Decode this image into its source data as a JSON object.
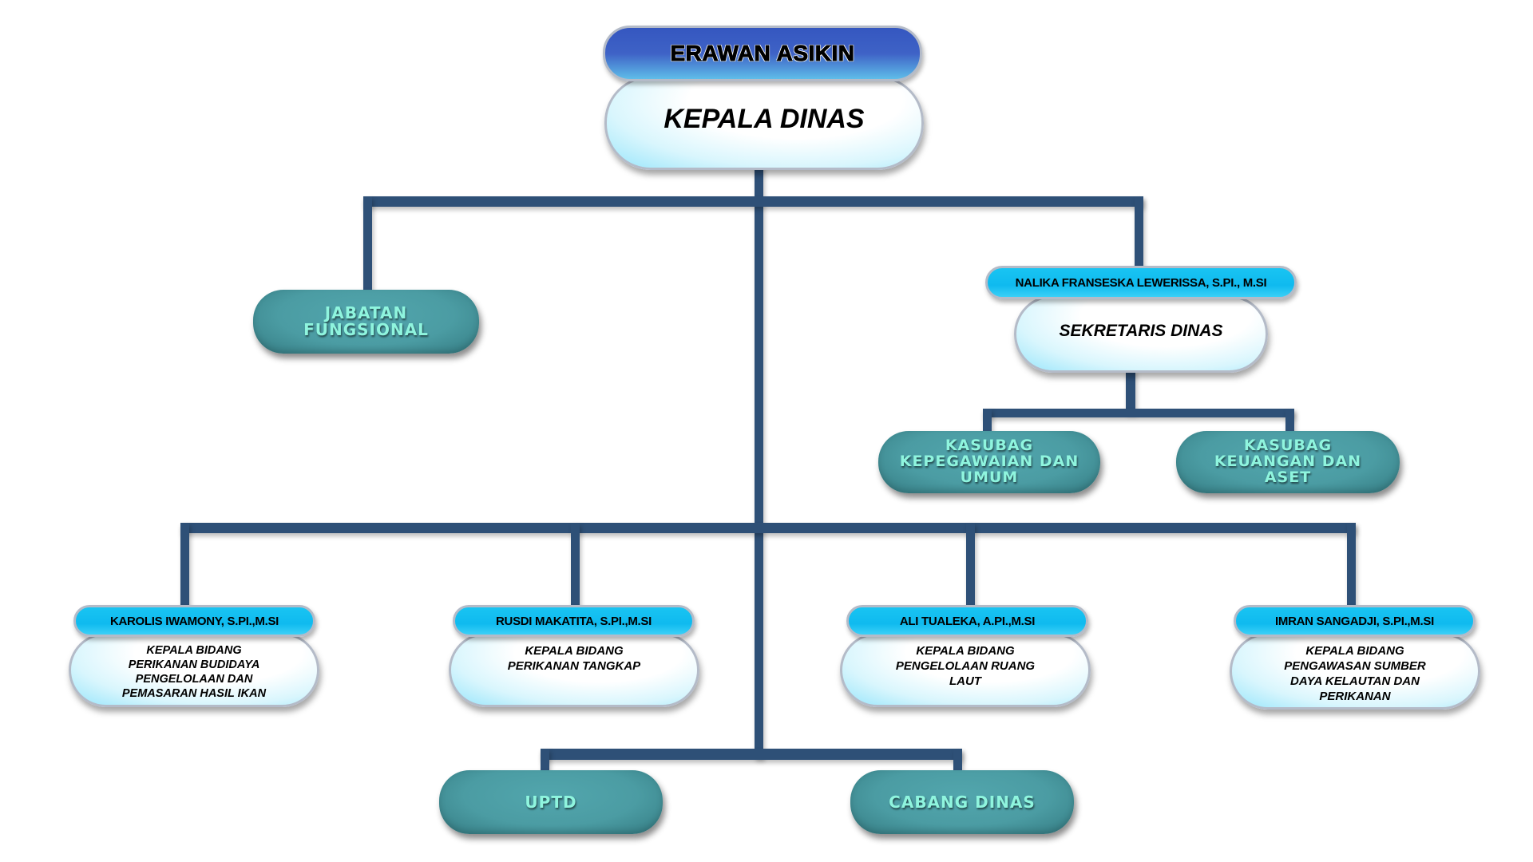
{
  "title": "Struktur Organisasi Dinas Kelautan dan Perikanan",
  "colors": {
    "connector": "#2e5077",
    "unit_box": "#4b9ca3",
    "unit_text": "#8ff5de",
    "name_pill": "#0fbaef",
    "head_pill": "#3e62c6",
    "role_box_edge": "#97e5fb"
  },
  "head": {
    "name": "ERAWAN ASIKIN",
    "role": "KEPALA DINAS"
  },
  "functional": {
    "label": "JABATAN\nFUNGSIONAL"
  },
  "secretary": {
    "name": "NALIKA FRANSESKA LEWERISSA, S.PI., M.SI",
    "role": "SEKRETARIS DINAS",
    "subunits": [
      {
        "label": "KASUBAG\nKEPEGAWAIAN DAN\nUMUM"
      },
      {
        "label": "KASUBAG\nKEUANGAN DAN\nASET"
      }
    ]
  },
  "divisions": [
    {
      "name": "KAROLIS IWAMONY, S.PI.,M.SI",
      "role": "KEPALA BIDANG\nPERIKANAN BUDIDAYA\nPENGELOLAAN DAN\nPEMASARAN HASIL IKAN"
    },
    {
      "name": "RUSDI MAKATITA, S.PI.,M.SI",
      "role": "KEPALA BIDANG\nPERIKANAN TANGKAP"
    },
    {
      "name": "ALI TUALEKA, A.PI.,M.SI",
      "role": "KEPALA BIDANG\nPENGELOLAAN RUANG\nLAUT"
    },
    {
      "name": "IMRAN SANGADJI, S.PI.,M.SI",
      "role": "KEPALA BIDANG\nPENGAWASAN SUMBER\nDAYA KELAUTAN DAN\nPERIKANAN"
    }
  ],
  "field_units": [
    {
      "label": "UPTD"
    },
    {
      "label": "CABANG DINAS"
    }
  ]
}
